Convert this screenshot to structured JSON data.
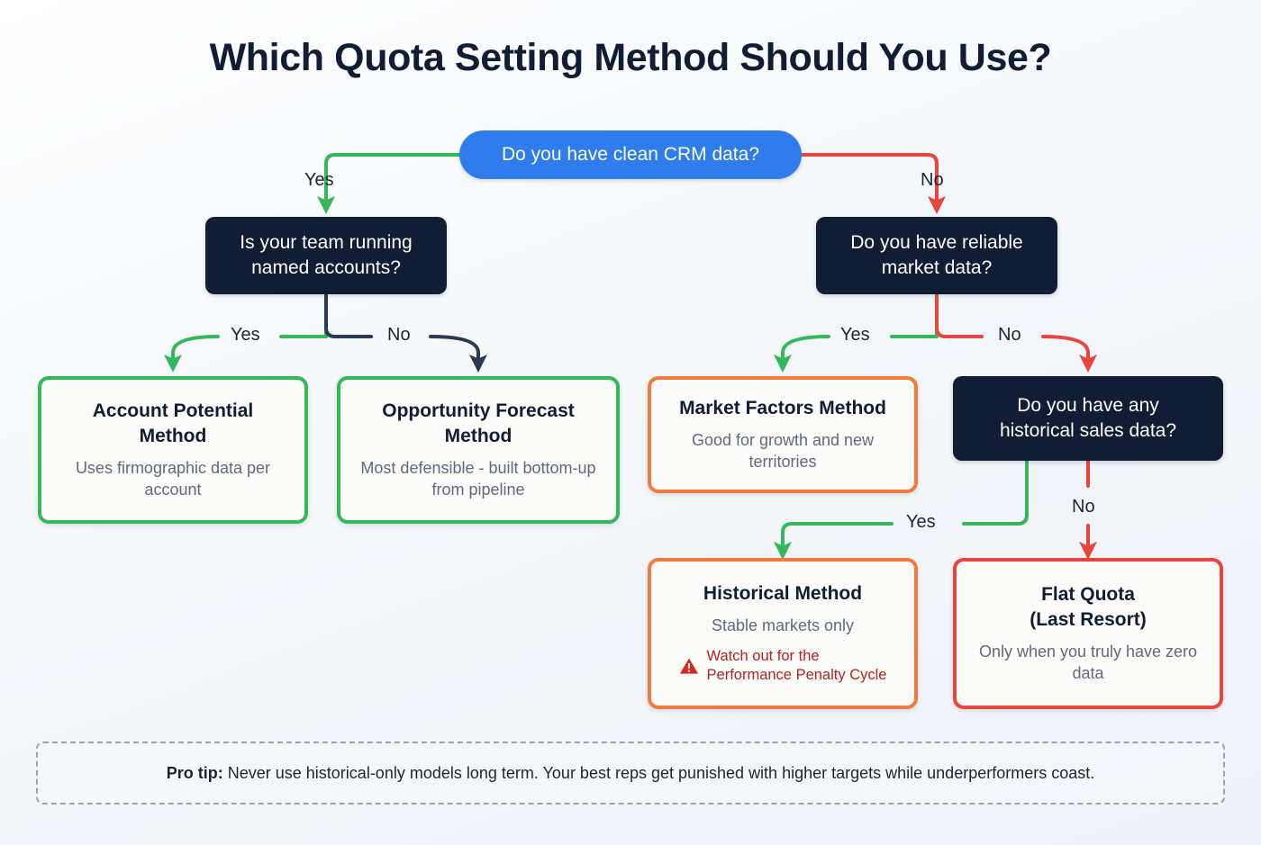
{
  "page": {
    "title": "Which Quota Setting Method Should You Use?",
    "background_color": "#eef2f7"
  },
  "colors": {
    "root_blue": "#2f7ded",
    "decision_navy": "#111c35",
    "yes_green": "#34b85a",
    "no_red": "#e8463f",
    "neutral_navy": "#2b3a52",
    "result_green": "#34b85a",
    "result_orange": "#ef7c3c",
    "result_red": "#e8463f",
    "warning_red": "#b5241f",
    "subtitle_gray": "#61697a"
  },
  "nodes": {
    "root": {
      "label": "Do you have clean CRM data?",
      "type": "root"
    },
    "named_accounts": {
      "line1": "Is your team running",
      "line2": "named accounts?",
      "type": "decision"
    },
    "market_data": {
      "line1": "Do you have reliable",
      "line2": "market data?",
      "type": "decision"
    },
    "historical_data": {
      "line1": "Do you have any",
      "line2": "historical sales data?",
      "type": "decision"
    },
    "account_potential": {
      "title_line1": "Account Potential",
      "title_line2": "Method",
      "subtitle": "Uses firmographic data per account",
      "accent": "green"
    },
    "opportunity_forecast": {
      "title_line1": "Opportunity Forecast",
      "title_line2": "Method",
      "subtitle": "Most defensible - built bottom-up from pipeline",
      "accent": "green"
    },
    "market_factors": {
      "title_line1": "Market Factors Method",
      "subtitle": "Good for growth and new territories",
      "accent": "orange"
    },
    "historical_method": {
      "title_line1": "Historical Method",
      "subtitle": "Stable markets only",
      "warning_line1": "Watch out for the",
      "warning_line2": "Performance Penalty Cycle",
      "accent": "orange"
    },
    "flat_quota": {
      "title_line1": "Flat Quota",
      "title_line2": "(Last Resort)",
      "subtitle": "Only when you truly have zero data",
      "accent": "red"
    }
  },
  "edges": {
    "root_yes": "Yes",
    "root_no": "No",
    "named_yes": "Yes",
    "named_no": "No",
    "market_yes": "Yes",
    "market_no": "No",
    "historical_yes": "Yes",
    "historical_no": "No"
  },
  "protip": {
    "label": "Pro tip:",
    "text": " Never use historical-only models long term. Your best reps get punished with higher targets while underperformers coast."
  }
}
